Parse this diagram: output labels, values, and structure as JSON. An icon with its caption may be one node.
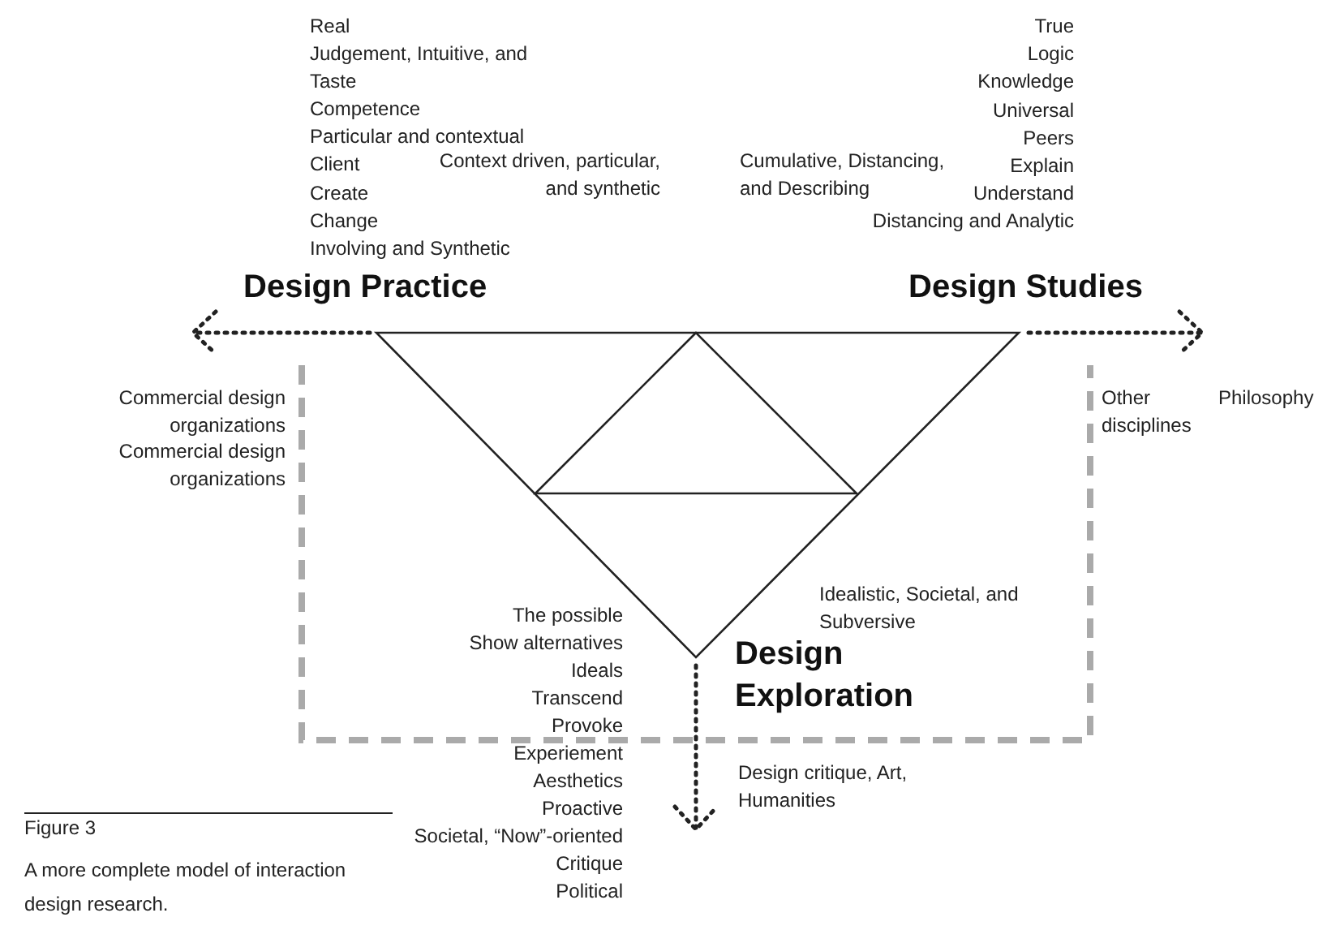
{
  "diagram": {
    "caption": "A more complete model of interaction design research.",
    "labels": [
      "Real",
      "Judgement, Intuitive, and Taste",
      "Competence",
      "Particular and contextual",
      "Client",
      "Create",
      "Change",
      "Involving and Synthetic",
      "Context driven, particular, and synthetic",
      "True",
      "Logic",
      "Knowledge",
      "Universal",
      "Peers",
      "Explain",
      "Understand",
      "Distancing and Analytic",
      "Cumulative, Distancing, and Describing",
      "Design Practice",
      "Design Studies",
      "Commercial design organizations",
      "Commercial design organizations",
      "Other disciplines",
      "Philosophy",
      "Idealistic, Societal, and Subversive",
      "The possible",
      "Show alternatives",
      "Ideals",
      "Transcend",
      "Provoke",
      "Experiement",
      "Aesthetics",
      "Proactive",
      "Societal, “Now”-oriented",
      "Critique",
      "Political",
      "Design Exploration",
      "Design critique, Art, Humanities",
      "Figure 3"
    ]
  }
}
